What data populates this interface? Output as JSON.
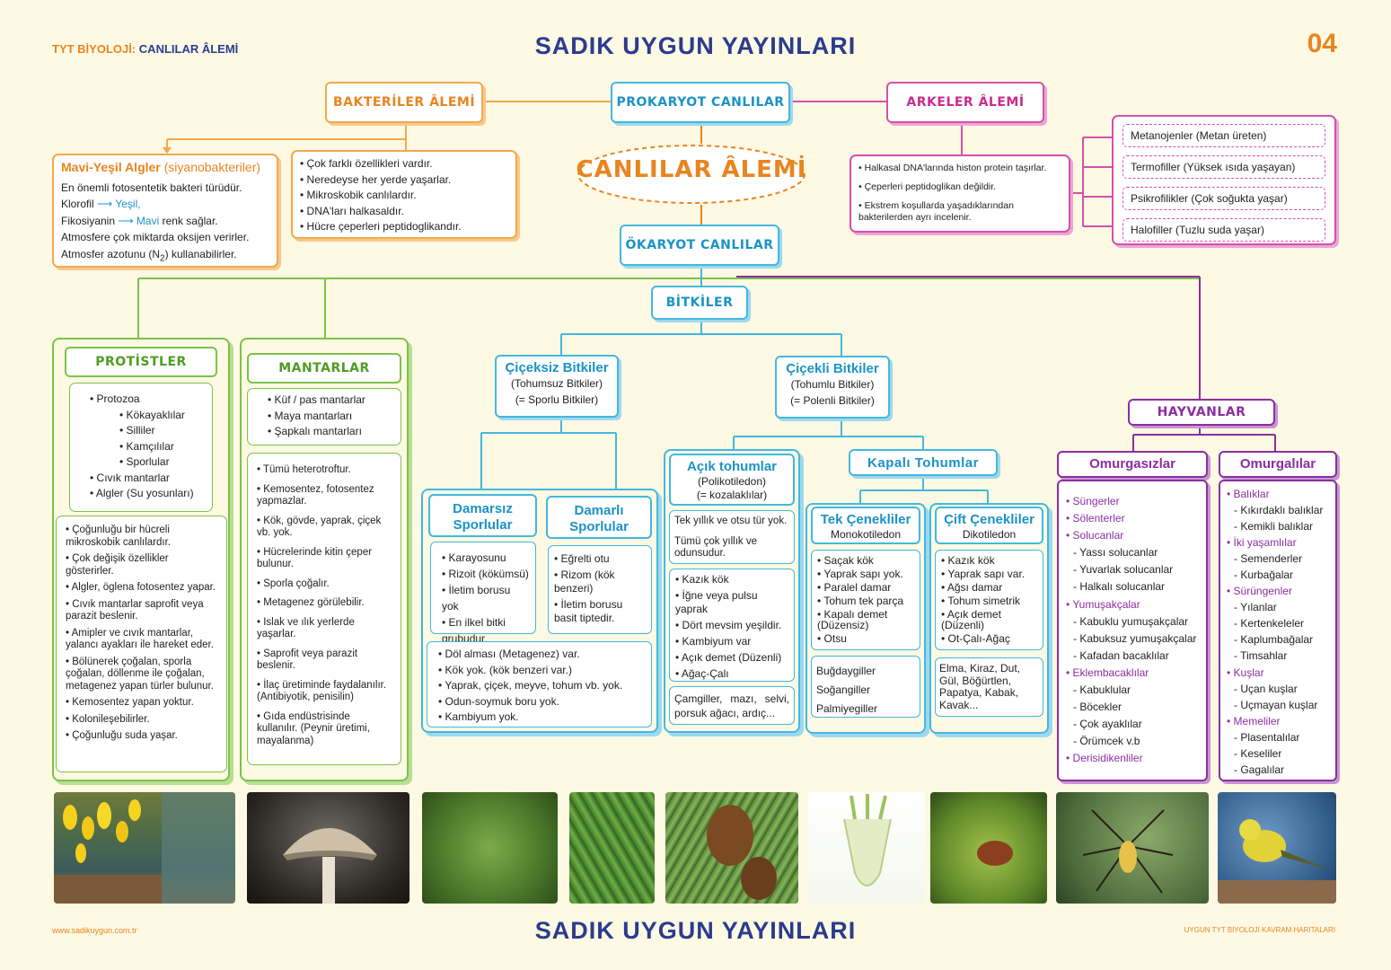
{
  "header": {
    "subject_prefix": "TYT BİYOLOJİ:",
    "subject_topic": "CANLILAR ÂLEMİ",
    "brand": "SADIK  UYGUN  YAYINLARI",
    "page_number": "04"
  },
  "footer": {
    "website": "www.sadikuygun.com.tr",
    "series": "UYGUN TYT BİYOLOJİ KAVRAM HARİTALARI",
    "brand": "SADIK  UYGUN  YAYINLARI"
  },
  "center_title": "CANLILAR ÂLEMİ",
  "prokaryot": {
    "title": "PROKARYOT CANLILAR"
  },
  "okaryot": {
    "title": "ÖKARYOT CANLILAR"
  },
  "bakteriler": {
    "title": "BAKTERİLER ÂLEMİ",
    "features": [
      "Çok farklı özellikleri vardır.",
      "Neredeyse her yerde yaşarlar.",
      "Mikroskobik canlılardır.",
      "DNA'ları halkasaldır.",
      "Hücre çeperleri peptidoglikandır."
    ],
    "algae": {
      "title": "Mavi-Yeşil Algler",
      "title_paren": "(siyanobakteriler)",
      "line1": "En önemli fotosentetik bakteri türüdür.",
      "klorofil": "Klorofil",
      "klorofil_color": "Yeşil,",
      "fikosiyanin": "Fikosiyanin",
      "fikosiyanin_color": "Mavi",
      "fikosiyanin_rest": "renk sağlar.",
      "line4": "Atmosfere çok miktarda oksijen verirler.",
      "line5a": "Atmosfer azotunu (N",
      "line5sub": "2",
      "line5b": ") kullanabilirler."
    }
  },
  "arkeler": {
    "title": "ARKELER ÂLEMİ",
    "features": [
      "Halkasal DNA'larında histon protein taşırlar.",
      "Çeperleri peptidoglikan değildir.",
      "Ekstrem koşullarda yaşadıklarından bakterilerden ayrı incelenir."
    ],
    "types": [
      "Metanojenler (Metan üreten)",
      "Termofiller (Yüksek ısıda yaşayan)",
      "Psikrofilikler (Çok soğukta yaşar)",
      "Halofiller (Tuzlu suda yaşar)"
    ]
  },
  "protistler": {
    "title": "PROTİSTLER",
    "groups": {
      "protozoa": "Protozoa",
      "protozoa_items": [
        "Kökayaklılar",
        "Silliler",
        "Kamçılılar",
        "Sporlular"
      ],
      "others": [
        "Cıvık mantarlar",
        "Algler (Su yosunları)"
      ]
    },
    "features": [
      "Çoğunluğu bir hücreli mikroskobik canlılardır.",
      "Çok değişik özellikler gösterirler.",
      "Algler, öglena fotosentez yapar.",
      "Cıvık mantarlar saprofit veya parazit beslenir.",
      "Amipler ve cıvık mantarlar, yalancı ayakları ile hareket eder.",
      "Bölünerek çoğalan, sporla çoğalan, döllenme ile çoğalan, metagenez yapan türler bulunur.",
      "Kemosentez yapan yoktur.",
      "Kolonileşebilirler.",
      "Çoğunluğu suda yaşar."
    ]
  },
  "mantarlar": {
    "title": "MANTARLAR",
    "types": [
      "Küf / pas mantarlar",
      "Maya mantarları",
      "Şapkalı mantarları"
    ],
    "features": [
      "Tümü heterotroftur.",
      "Kemosentez, fotosentez yapmazlar.",
      "Kök, gövde, yaprak, çiçek vb. yok.",
      "Hücrelerinde kitin çeper bulunur.",
      "Sporla çoğalır.",
      "Metagenez görülebilir.",
      "Islak ve ılık yerlerde yaşarlar.",
      "Saprofit veya parazit beslenir.",
      "İlaç üretiminde faydalanılır. (Antibiyotik, penisilin)",
      "Gıda endüstrisinde kullanılır. (Peynir üretimi, mayalanma)"
    ]
  },
  "bitkiler": {
    "title": "BİTKİLER",
    "ciceksiz": {
      "title": "Çiçeksiz Bitkiler",
      "sub1": "(Tohumsuz Bitkiler)",
      "sub2": "(= Sporlu Bitkiler)"
    },
    "cicekli": {
      "title": "Çiçekli Bitkiler",
      "sub1": "(Tohumlu Bitkiler)",
      "sub2": "(= Polenli Bitkiler)"
    },
    "damarsiz": {
      "title1": "Damarsız",
      "title2": "Sporlular",
      "items": [
        "Karayosunu",
        "Rizoit (kökümsü)",
        "İletim borusu yok",
        "En ilkel bitki grubudur."
      ]
    },
    "damarli": {
      "title1": "Damarlı",
      "title2": "Sporlular",
      "items": [
        "Eğrelti otu",
        "Rizom (kök benzeri)",
        "İletim borusu basit tiptedir."
      ]
    },
    "sporlu_common": [
      "Döl alması (Metagenez) var.",
      "Kök yok. (kök benzeri var.)",
      "Yaprak, çiçek, meyve, tohum vb. yok.",
      "Odun-soymuk boru yok.",
      "Kambiyum yok."
    ],
    "acik": {
      "title": "Açık tohumlar",
      "sub1": "(Polikotiledon)",
      "sub2": "(= kozalaklılar)",
      "note1": "Tek yıllık ve otsu tür yok.",
      "note2": "Tümü çok yıllık ve odunsudur.",
      "items": [
        "Kazık kök",
        "İğne veya pulsu yaprak",
        "Dört mevsim yeşildir.",
        "Kambiyum var",
        "Açık demet (Düzenli)",
        "Ağaç-Çalı"
      ],
      "examples": "Çamgiller, mazı, selvi, porsuk ağacı, ardıç..."
    },
    "kapali": {
      "title": "Kapalı Tohumlar"
    },
    "tek": {
      "title": "Tek Çenekliler",
      "sub": "Monokotiledon",
      "items": [
        "Saçak kök",
        "Yaprak sapı yok.",
        "Paralel damar",
        "Tohum tek parça",
        "Kapalı demet (Düzensiz)",
        "Otsu"
      ],
      "examples": [
        "Buğdaygiller",
        "Soğangiller",
        "Palmiyegiller"
      ]
    },
    "cift": {
      "title": "Çift Çenekliler",
      "sub": "Dikotiledon",
      "items": [
        "Kazık kök",
        "Yaprak sapı var.",
        "Ağsı damar",
        "Tohum simetrik",
        "Açık demet (Düzenli)",
        "Ot-Çalı-Ağaç"
      ],
      "examples": "Elma, Kiraz, Dut, Gül, Böğürtlen, Papatya, Kabak, Kavak..."
    }
  },
  "hayvanlar": {
    "title": "HAYVANLAR",
    "omurgasizlar": {
      "title": "Omurgasızlar",
      "items": [
        {
          "text": "Süngerler",
          "cat": true
        },
        {
          "text": "Sölenterler",
          "cat": true
        },
        {
          "text": "Solucanlar",
          "cat": true
        },
        {
          "text": "- Yassı solucanlar",
          "cat": false
        },
        {
          "text": "- Yuvarlak solucanlar",
          "cat": false
        },
        {
          "text": "- Halkalı solucanlar",
          "cat": false
        },
        {
          "text": "Yumuşakçalar",
          "cat": true
        },
        {
          "text": "- Kabuklu yumuşakçalar",
          "cat": false
        },
        {
          "text": "- Kabuksuz yumuşakçalar",
          "cat": false
        },
        {
          "text": "- Kafadan bacaklılar",
          "cat": false
        },
        {
          "text": "Eklembacaklılar",
          "cat": true
        },
        {
          "text": "- Kabuklular",
          "cat": false
        },
        {
          "text": "- Böcekler",
          "cat": false
        },
        {
          "text": "- Çok ayaklılar",
          "cat": false
        },
        {
          "text": "- Örümcek v.b",
          "cat": false
        },
        {
          "text": "Derisidikenliler",
          "cat": true
        }
      ]
    },
    "omurgalilar": {
      "title": "Omurgalılar",
      "items": [
        {
          "text": "Balıklar",
          "cat": true
        },
        {
          "text": "- Kıkırdaklı balıklar",
          "cat": false
        },
        {
          "text": "- Kemikli balıklar",
          "cat": false
        },
        {
          "text": "İki yaşamlılar",
          "cat": true
        },
        {
          "text": "- Semenderler",
          "cat": false
        },
        {
          "text": "- Kurbağalar",
          "cat": false
        },
        {
          "text": "Sürüngenler",
          "cat": true
        },
        {
          "text": "- Yılanlar",
          "cat": false
        },
        {
          "text": "- Kertenkeleler",
          "cat": false
        },
        {
          "text": "- Kaplumbağalar",
          "cat": false
        },
        {
          "text": "- Timsahlar",
          "cat": false
        },
        {
          "text": "Kuşlar",
          "cat": true
        },
        {
          "text": "- Uçan kuşlar",
          "cat": false
        },
        {
          "text": "- Uçmayan kuşlar",
          "cat": false
        },
        {
          "text": "Memeliler",
          "cat": true
        },
        {
          "text": "- Plasentalılar",
          "cat": false
        },
        {
          "text": "- Keseliler",
          "cat": false
        },
        {
          "text": "- Gagalılar",
          "cat": false
        }
      ]
    }
  },
  "photos": [
    "slime-mold-and-algae-photo",
    "mushroom-photo",
    "moss-photo",
    "fern-photo",
    "pine-cone-photo",
    "fennel-photo",
    "chestnut-photo",
    "spider-photo",
    "canary-photo"
  ],
  "colors": {
    "orange": "#f3a94c",
    "cyan": "#43b8e0",
    "green": "#7cc24a",
    "magenta": "#d64fae",
    "purple": "#8b2ea0",
    "navy": "#2b3b8f"
  }
}
